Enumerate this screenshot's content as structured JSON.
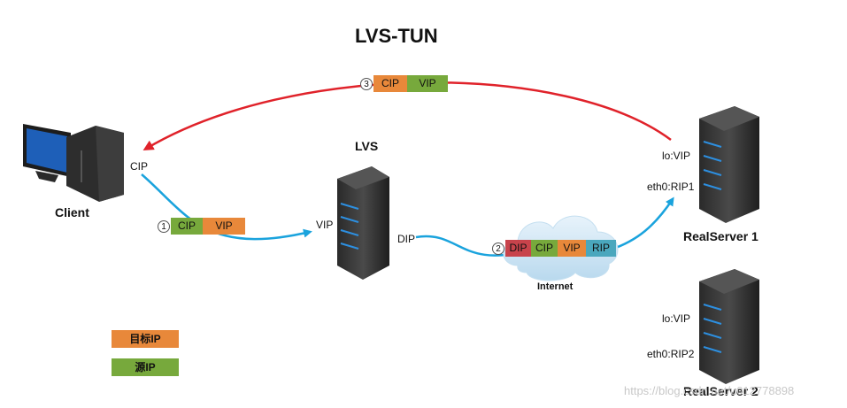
{
  "title": "LVS-TUN",
  "nodes": {
    "client": "Client",
    "lvs": "LVS",
    "internet": "Internet",
    "realserver1": "RealServer 1",
    "realserver2": "RealServer 2"
  },
  "labels": {
    "client_ip": "CIP",
    "lvs_vip": "VIP",
    "lvs_dip": "DIP",
    "rs1_lo": "lo:VIP",
    "rs1_eth": "eth0:RIP1",
    "rs2_lo": "lo:VIP",
    "rs2_eth": "eth0:RIP2"
  },
  "packets": {
    "p1": {
      "num": "1",
      "fields": [
        "CIP",
        "VIP"
      ]
    },
    "p2": {
      "num": "2",
      "fields": [
        "DIP",
        "CIP",
        "VIP",
        "RIP"
      ]
    },
    "p3": {
      "num": "3",
      "fields": [
        "CIP",
        "VIP"
      ]
    }
  },
  "legend": {
    "target_ip": "目标IP",
    "source_ip": "源IP"
  },
  "colors": {
    "source_green": "#77a93c",
    "target_orange": "#e8883a",
    "outer_red": "#c8434b",
    "outer_teal": "#4aa7bd",
    "request_arrow": "#1aa3dd",
    "response_arrow": "#e0222a"
  },
  "watermark": "https://blog.csdn.net/u012778898"
}
